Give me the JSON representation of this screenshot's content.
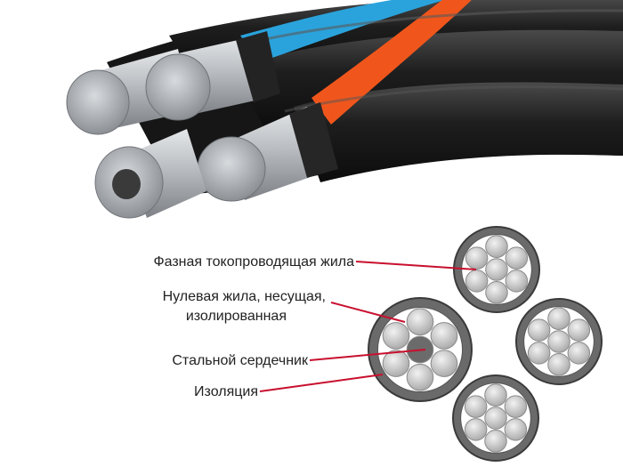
{
  "labels": {
    "phase_conductor": "Фазная токопроводящая жила",
    "neutral_line1": "Нулевая жила, несущая,",
    "neutral_line2": "изолированная",
    "steel_core": "Стальной сердечник",
    "insulation": "Изоляция"
  },
  "colors": {
    "insulation_black": "#1c1c1c",
    "stripe_blue": "#2aa3dc",
    "stripe_orange": "#f0561c",
    "aluminum": "#bfc3c6",
    "leader_line": "#c8102e",
    "cross_section_ring": "#555555",
    "cross_section_fill": "#d9d9d9"
  }
}
